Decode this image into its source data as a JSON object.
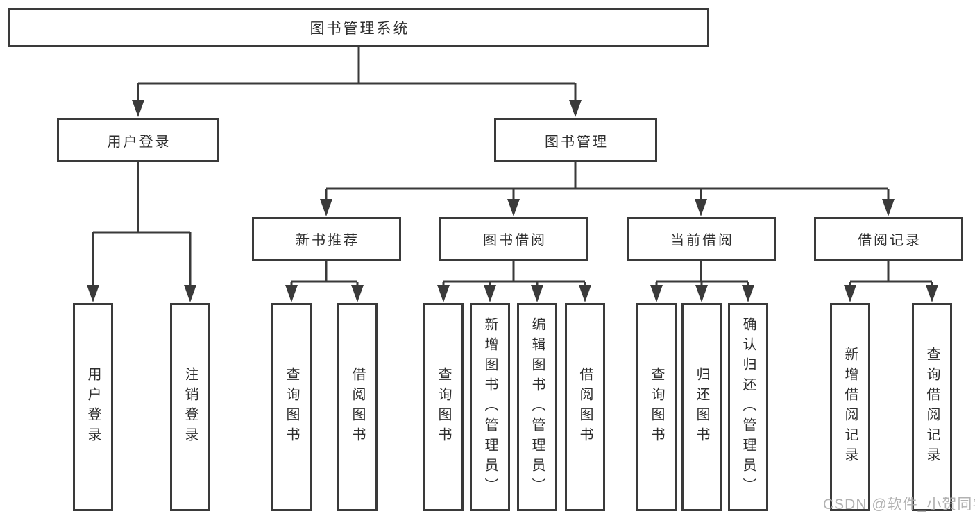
{
  "diagram_title": "图书管理系统",
  "colors": {
    "line": "#3a3a3a",
    "box_border": "#3a3a3a",
    "text": "#2e2e2e",
    "background": "#ffffff",
    "watermark": "#aaaaaa"
  },
  "tree": {
    "label": "图书管理系统",
    "children": [
      {
        "label": "用户登录",
        "children": [
          {
            "label": "用户登录"
          },
          {
            "label": "注销登录"
          }
        ]
      },
      {
        "label": "图书管理",
        "children": [
          {
            "label": "新书推荐",
            "children": [
              {
                "label": "查询图书"
              },
              {
                "label": "借阅图书"
              }
            ]
          },
          {
            "label": "图书借阅",
            "children": [
              {
                "label": "查询图书"
              },
              {
                "label": "新增图书（管理员）"
              },
              {
                "label": "编辑图书（管理员）"
              },
              {
                "label": "借阅图书"
              }
            ]
          },
          {
            "label": "当前借阅",
            "children": [
              {
                "label": "查询图书"
              },
              {
                "label": "归还图书"
              },
              {
                "label": "确认归还（管理员）"
              }
            ]
          },
          {
            "label": "借阅记录",
            "children": [
              {
                "label": "新增借阅记录"
              },
              {
                "label": "查询借阅记录"
              }
            ]
          }
        ]
      }
    ]
  },
  "watermark": {
    "text": "CSDN @软件_小贺同学"
  }
}
